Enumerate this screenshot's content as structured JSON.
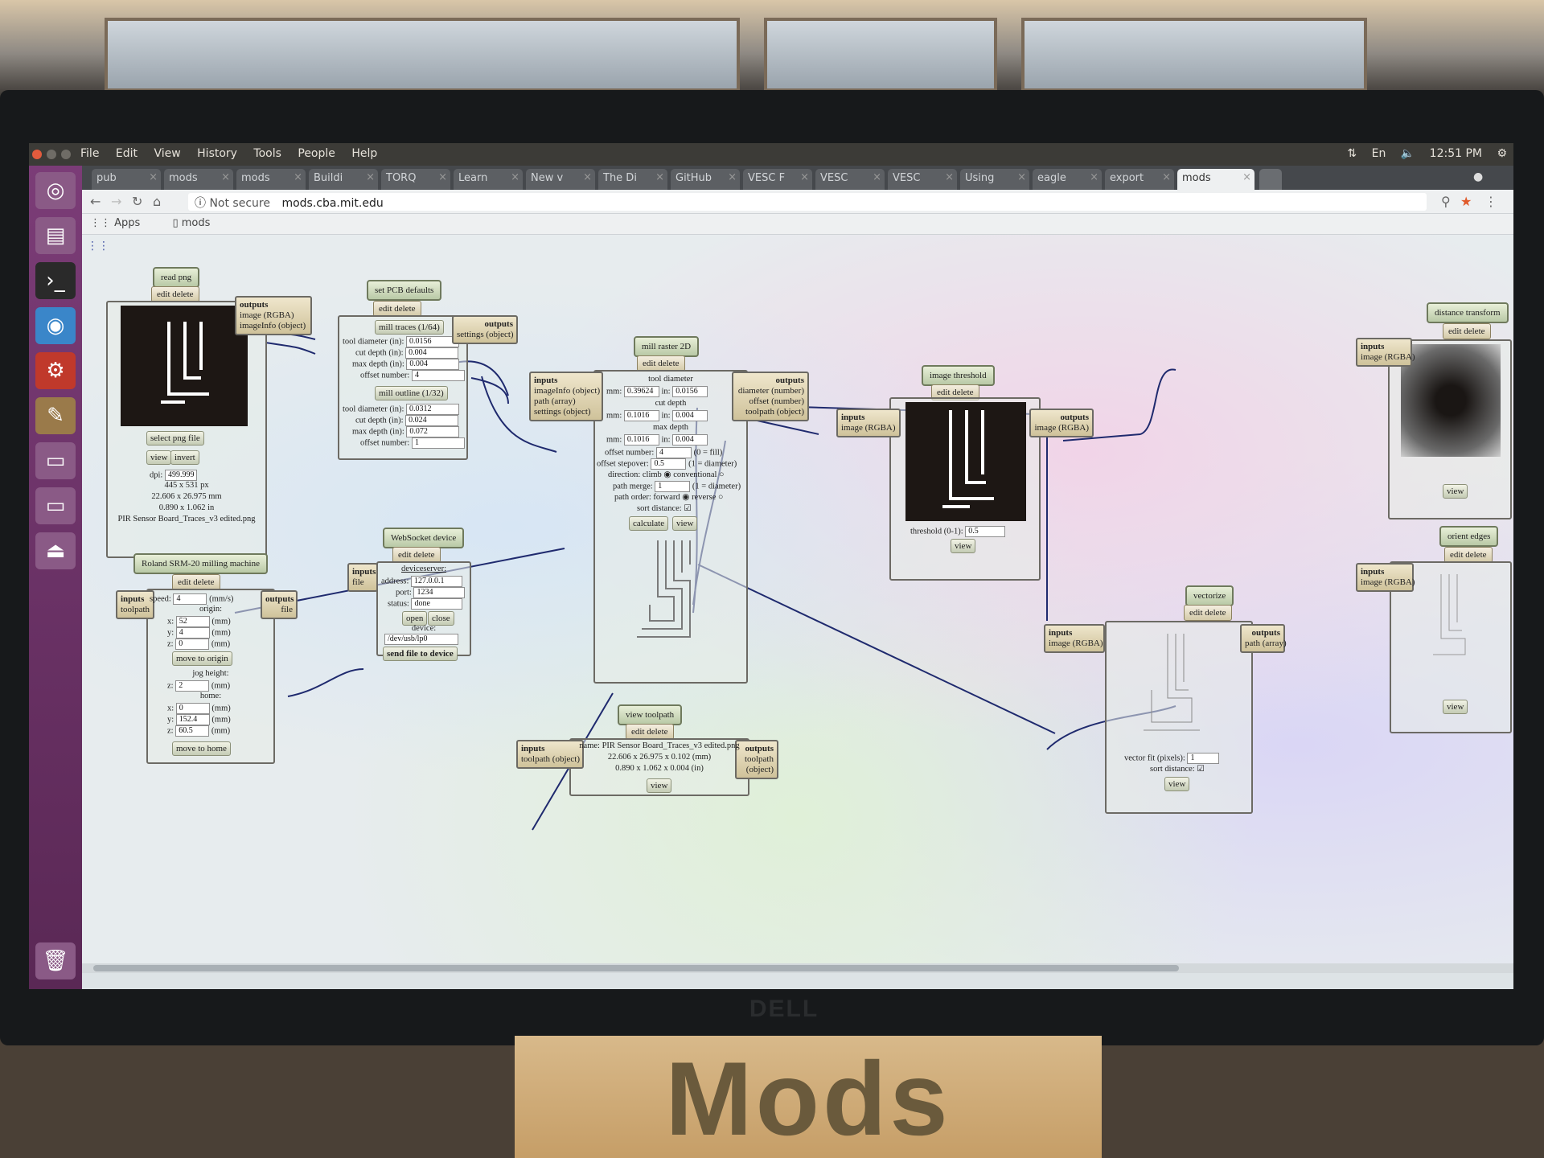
{
  "topbar": {
    "menus": [
      "File",
      "Edit",
      "View",
      "History",
      "Tools",
      "People",
      "Help"
    ],
    "lang": "En",
    "time": "12:51 PM"
  },
  "tabs": [
    "pub",
    "mods",
    "mods",
    "Buildi",
    "TORQ",
    "Learn",
    "New v",
    "The Di",
    "GitHub",
    "VESC F",
    "VESC",
    "VESC",
    "Using",
    "eagle",
    "export",
    "mods"
  ],
  "toolbar": {
    "not_secure": "Not secure",
    "url": "mods.cba.mit.edu"
  },
  "bookmarks": {
    "apps": "Apps",
    "mods": "mods"
  },
  "edit_delete": "edit delete",
  "common": {
    "inputs": "inputs",
    "outputs": "outputs",
    "view": "view"
  },
  "read_png": {
    "title": "read png",
    "outputs": [
      "image (RGBA)",
      "imageInfo (object)"
    ],
    "select": "select png file",
    "view": "view",
    "invert": "invert",
    "dpi_label": "dpi:",
    "dpi": "499.999",
    "size_px": "445 x 531 px",
    "size_mm": "22.606 x 26.975 mm",
    "size_in": "0.890 x 1.062 in",
    "filename": "PIR Sensor Board_Traces_v3 edited.png"
  },
  "pcb_defaults": {
    "title": "set PCB defaults",
    "outputs": "settings (object)",
    "mill_traces": "mill traces (1/64)",
    "mill_outline": "mill outline (1/32)",
    "traces": [
      {
        "label": "tool diameter (in):",
        "value": "0.0156"
      },
      {
        "label": "cut depth (in):",
        "value": "0.004"
      },
      {
        "label": "max depth (in):",
        "value": "0.004"
      },
      {
        "label": "offset number:",
        "value": "4"
      }
    ],
    "outline": [
      {
        "label": "tool diameter (in):",
        "value": "0.0312"
      },
      {
        "label": "cut depth (in):",
        "value": "0.024"
      },
      {
        "label": "max depth (in):",
        "value": "0.072"
      },
      {
        "label": "offset number:",
        "value": "1"
      }
    ]
  },
  "mill_raster": {
    "title": "mill raster 2D",
    "inputs": [
      "imageInfo (object)",
      "path (array)",
      "settings (object)"
    ],
    "outputs": [
      "diameter (number)",
      "offset (number)",
      "toolpath (object)"
    ],
    "tool_diameter": "tool diameter",
    "mm_label": "mm:",
    "in_label": "in:",
    "td_mm": "0.39624",
    "td_in": "0.0156",
    "cut_depth": "cut depth",
    "cd_mm": "0.1016",
    "cd_in": "0.004",
    "max_depth": "max depth",
    "md_mm": "0.1016",
    "md_in": "0.004",
    "offset_number_label": "offset number:",
    "offset_number": "4",
    "offset_note": "(0 = fill)",
    "stepover_label": "offset stepover:",
    "stepover": "0.5",
    "stepover_note": "(1 = diameter)",
    "direction_label": "direction:",
    "climb": "climb",
    "conventional": "conventional",
    "merge_label": "path merge:",
    "merge": "1",
    "merge_note": "(1 = diameter)",
    "order_label": "path order:",
    "forward": "forward",
    "reverse": "reverse",
    "sort_label": "sort distance:",
    "calculate": "calculate",
    "view": "view"
  },
  "image_threshold": {
    "title": "image threshold",
    "input": "image (RGBA)",
    "output": "image (RGBA)",
    "threshold_label": "threshold (0-1):",
    "threshold": "0.5",
    "view": "view"
  },
  "distance_transform": {
    "title": "distance transform",
    "input": "image (RGBA)",
    "view": "view"
  },
  "orient_edges": {
    "title": "orient edges",
    "input": "image (RGBA)",
    "view": "view"
  },
  "vectorize": {
    "title": "vectorize",
    "input": "image (RGBA)",
    "output": "path (array)",
    "fit_label": "vector fit (pixels):",
    "fit": "1",
    "sort_label": "sort distance:",
    "view": "view"
  },
  "roland": {
    "title": "Roland SRM-20 milling machine",
    "input": "toolpath",
    "output": "file",
    "speed_label": "speed:",
    "speed": "4",
    "speed_unit": "(mm/s)",
    "origin": "origin:",
    "ox": "52",
    "oy": "4",
    "oz": "0",
    "mm": "(mm)",
    "move_origin": "move to origin",
    "jog": "jog height:",
    "jz": "2",
    "home": "home:",
    "hx": "0",
    "hy": "152.4",
    "hz": "60.5",
    "move_home": "move to home",
    "x": "x:",
    "y": "y:",
    "z": "z:"
  },
  "websocket": {
    "title": "WebSocket device",
    "input": "file",
    "server": "deviceserver:",
    "address_label": "address:",
    "address": "127.0.0.1",
    "port_label": "port:",
    "port": "1234",
    "status_label": "status:",
    "status": "done",
    "open": "open",
    "close": "close",
    "device_label": "device:",
    "device": "/dev/usb/lp0",
    "send": "send file to device"
  },
  "view_toolpath": {
    "title": "view toolpath",
    "input": "toolpath (object)",
    "output": "toolpath (object)",
    "name": "name: PIR Sensor Board_Traces_v3 edited.png",
    "dims_mm": "22.606 x 26.975 x 0.102 (mm)",
    "dims_in": "0.890 x 1.062 x 0.004 (in)",
    "view": "view"
  },
  "monitor": {
    "brand": "DELL",
    "sign": "Mods"
  },
  "colors": {
    "wire": "#1f2a6e",
    "title_bg": "#c9d6b4",
    "launcher": "#6a3166"
  }
}
